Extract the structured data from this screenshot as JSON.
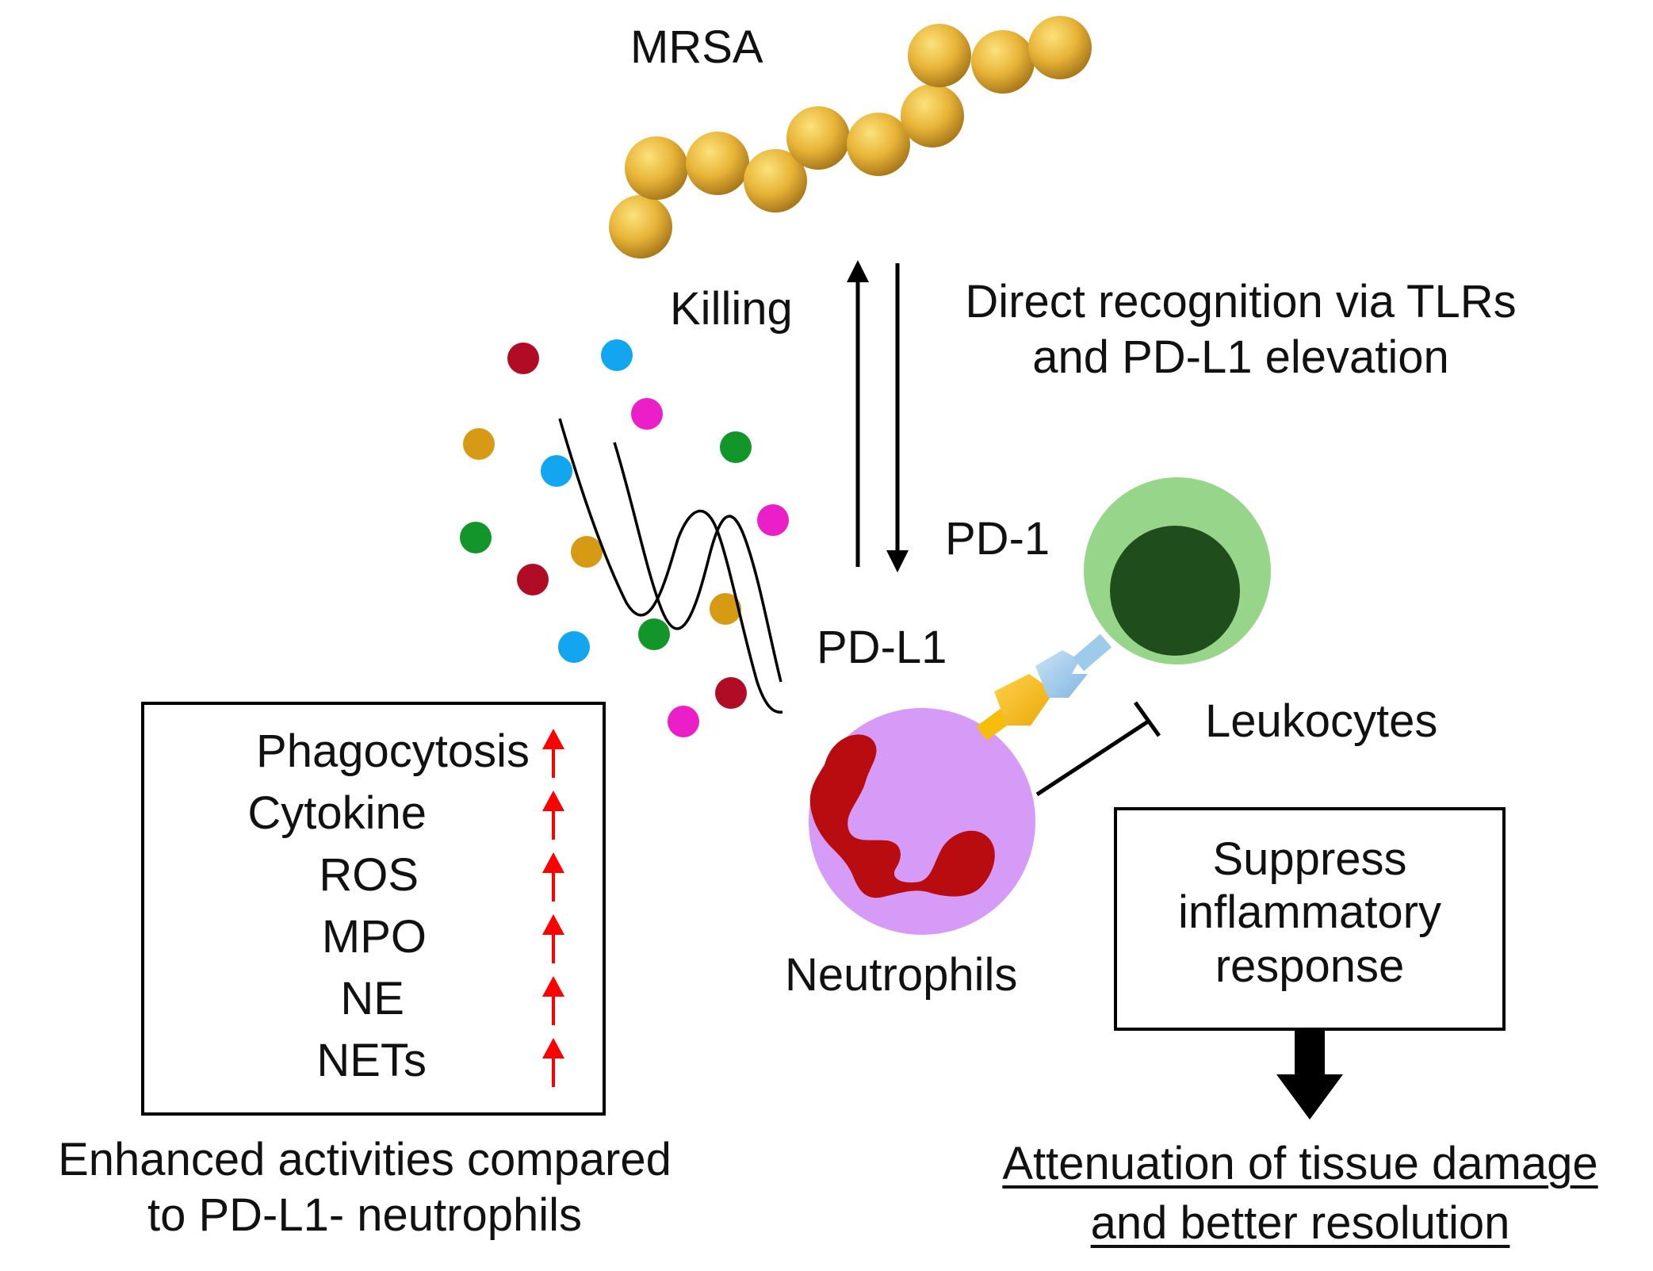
{
  "labels": {
    "mrsa": "MRSA",
    "killing": "Killing",
    "recognition": "Direct recognition via TLRs\nand PD-L1 elevation",
    "pd1": "PD-1",
    "pdl1": "PD-L1",
    "leukocytes": "Leukocytes",
    "neutrophils": "Neutrophils",
    "enhanced": "Enhanced activities compared\nto PD-L1- neutrophils",
    "suppress": "Suppress\ninflammatory\nresponse",
    "attenuation": "Attenuation of tissue damage\nand better resolution"
  },
  "activities": [
    {
      "label": "Phagocytosis",
      "trend": "up"
    },
    {
      "label": "Cytokine",
      "trend": "up"
    },
    {
      "label": "ROS",
      "trend": "up"
    },
    {
      "label": "MPO",
      "trend": "up"
    },
    {
      "label": "NE",
      "trend": "up"
    },
    {
      "label": "NETs",
      "trend": "up"
    }
  ],
  "colors": {
    "bacteria": "#e8b437",
    "neutrophil_cell": "#d69af7",
    "neutrophil_nucleus": "#b80c10",
    "leukocyte_outer": "#97d68a",
    "leukocyte_nucleus": "#1f4d1c",
    "pdl1_ligand": "#f7bd0c",
    "pd1_receptor": "#9fcbea",
    "trend_arrow": "#ff0000",
    "granule_red": "#b00c25",
    "granule_blue": "#13a6f0",
    "granule_magenta": "#ea1fc8",
    "granule_orange": "#d79a14",
    "granule_green": "#12962a"
  }
}
